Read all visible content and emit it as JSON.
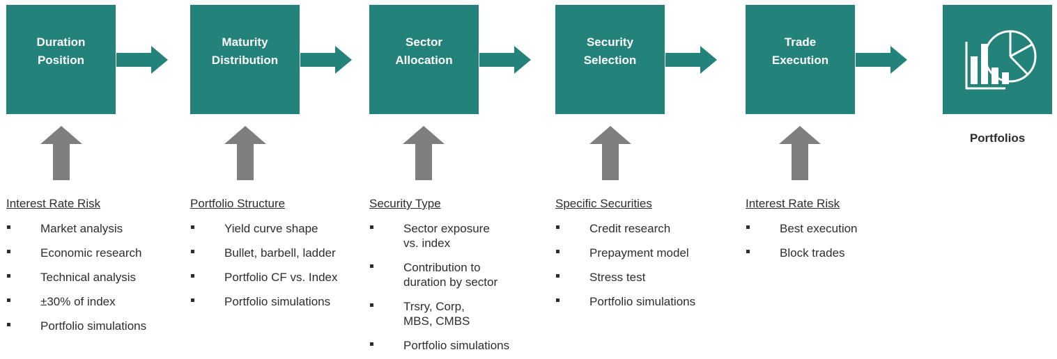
{
  "steps": [
    {
      "title": "Duration\nPosition",
      "heading": "Interest Rate Risk",
      "bullets": [
        "Market analysis",
        "Economic research",
        "Technical analysis",
        "±30% of index",
        "Portfolio simulations"
      ]
    },
    {
      "title": "Maturity\nDistribution",
      "heading": "Portfolio Structure",
      "bullets": [
        "Yield curve shape",
        "Bullet, barbell, ladder",
        "Portfolio CF vs. Index",
        "Portfolio simulations"
      ]
    },
    {
      "title": "Sector\nAllocation",
      "heading": "Security Type",
      "bullets": [
        "Sector exposure\nvs. index",
        "Contribution to\nduration by sector",
        "Trsry, Corp,\nMBS, CMBS",
        "Portfolio simulations"
      ]
    },
    {
      "title": "Security\nSelection",
      "heading": "Specific Securities",
      "bullets": [
        "Credit research",
        "Prepayment model",
        "Stress test",
        "Portfolio simulations"
      ]
    },
    {
      "title": "Trade\nExecution",
      "heading": "Interest Rate Risk",
      "bullets": [
        "Best execution",
        "Block trades"
      ]
    }
  ],
  "final": {
    "label": "Portfolios",
    "icon": "chart-portfolio-icon"
  },
  "colors": {
    "box": "#23837b",
    "arrow": "#23837b",
    "up_arrow": "#7f7f7f",
    "text": "#2d2d2d"
  }
}
